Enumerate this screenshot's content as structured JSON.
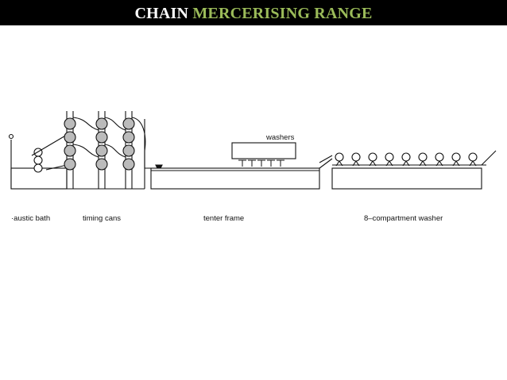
{
  "title": {
    "part1": "CHAIN",
    "part2": "MERCERISING RANGE"
  },
  "colors": {
    "title_bg": "#000000",
    "title_white": "#ffffff",
    "title_green": "#9bbb59",
    "line": "#111111"
  },
  "diagram": {
    "labels": {
      "caustic_bath": "·austic bath",
      "timing_cans": "timing cans",
      "tenter_frame": "tenter frame",
      "washer": "8–compartment washer",
      "washers": "washers"
    }
  }
}
